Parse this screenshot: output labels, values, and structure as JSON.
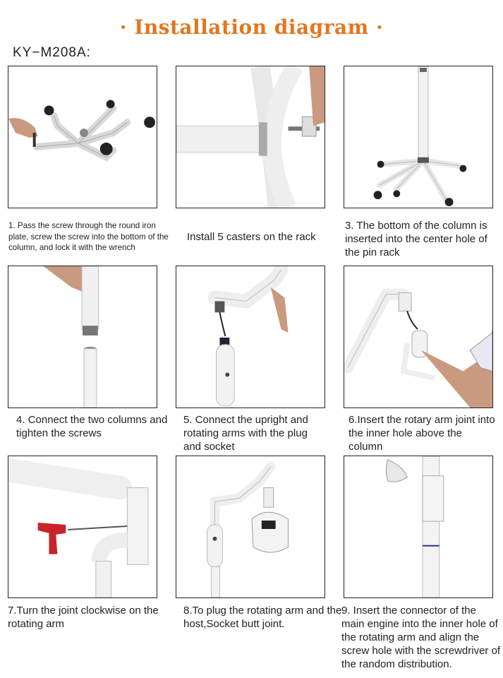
{
  "header": {
    "title": "· Installation diagram ·",
    "model": "KY−M208A:"
  },
  "steps": [
    {
      "caption": "1. Pass the screw through the round iron plate, screw the screw into the bottom of the column, and lock it with the wrench"
    },
    {
      "caption": "Install 5 casters on the rack"
    },
    {
      "caption": "3. The bottom of the column is inserted into the center hole of the pin rack"
    },
    {
      "caption": "4. Connect the two columns and tighten the screws"
    },
    {
      "caption": "5. Connect the upright and rotating arms with the plug and socket"
    },
    {
      "caption": "6.Insert the rotary arm joint into the inner hole above the column"
    },
    {
      "caption": "7.Turn the joint clockwise on the rotating arm"
    },
    {
      "caption": "8.To plug the rotating arm and the host,Socket butt joint."
    },
    {
      "caption": "9. Insert the connector of the main engine into the inner hole of the rotating arm and align the screw hole with the screwdriver of the random distribution."
    }
  ]
}
